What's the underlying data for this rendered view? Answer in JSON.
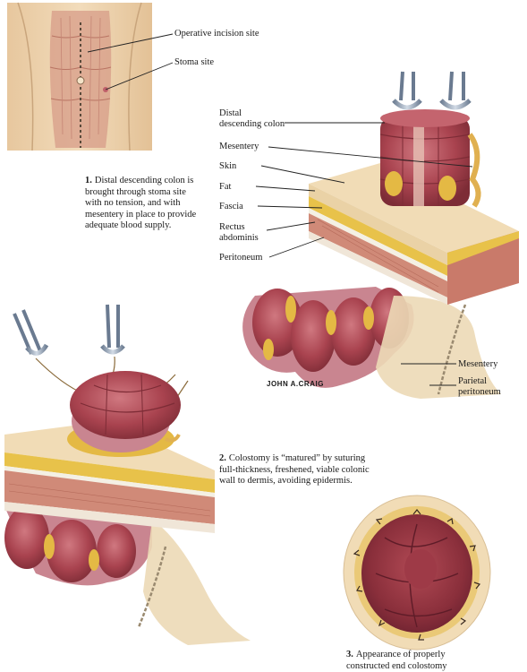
{
  "labels": {
    "incision": "Operative incision site",
    "stoma": "Stoma site",
    "distal_colon_1": "Distal",
    "distal_colon_2": "descending colon",
    "mesentery": "Mesentery",
    "skin": "Skin",
    "fat": "Fat",
    "fascia": "Fascia",
    "rectus_1": "Rectus",
    "rectus_2": "abdominis",
    "peritoneum": "Peritoneum",
    "mesentery_lower": "Mesentery",
    "parietal_1": "Parietal",
    "parietal_2": "peritoneum"
  },
  "captions": [
    {
      "num": "1.",
      "lines": [
        "Distal descending colon is",
        "brought through stoma site",
        "with no tension, and with",
        "mesentery in place to provide",
        "adequate blood supply."
      ]
    },
    {
      "num": "2.",
      "lines": [
        "Colostomy is “matured” by suturing",
        "full-thickness, freshened, viable colonic",
        "wall to dermis, avoiding epidermis."
      ]
    },
    {
      "num": "3.",
      "lines": [
        "Appearance of properly",
        "constructed end colostomy"
      ]
    }
  ],
  "signature": "JOHN A.CRAIG",
  "colors": {
    "skin": "#e9cfa8",
    "muscle": "#c97a6a",
    "fat": "#e8c24a",
    "colon": "#b3505a",
    "colon_dark": "#8c3340",
    "clamp": "#9aa8b8"
  }
}
